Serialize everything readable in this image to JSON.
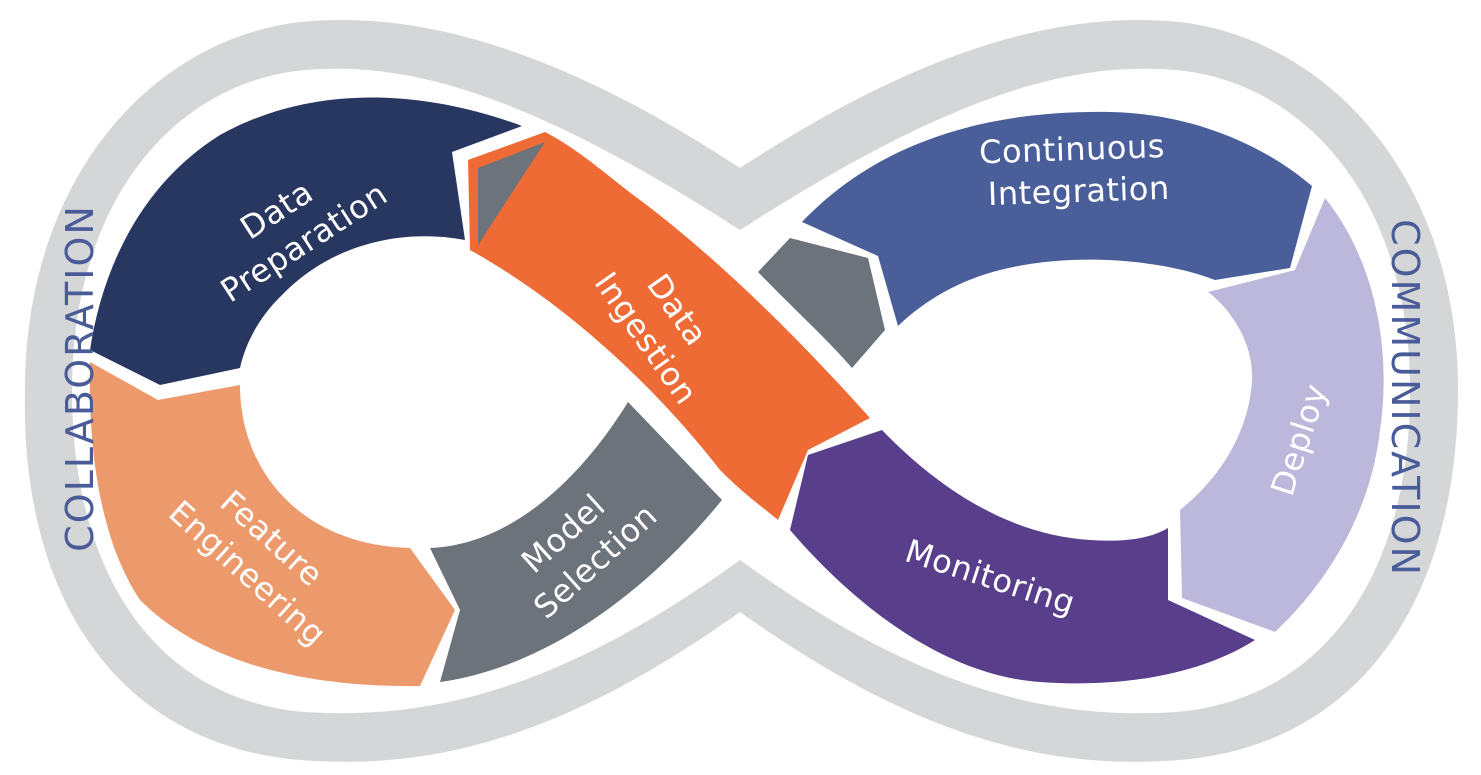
{
  "colors": {
    "ring": "#d5d6d8",
    "white": "#ffffff",
    "side_text": "#4a5c98",
    "data_preparation": "#283760",
    "feature_engineering": "#ec996b",
    "model_selection": "#6c737b",
    "data_ingestion": "#ef6b35",
    "small_gray": "#6c737b",
    "continuous_integration": "#4a5f9a",
    "deploy": "#bcb8dc",
    "monitoring": "#583e8b"
  },
  "side_labels": {
    "left": "COLLABORATION",
    "right": "COMMUNICATION"
  },
  "segments": {
    "data_preparation": [
      "Data",
      "Preparation"
    ],
    "feature_engineering": [
      "Feature",
      "Engineering"
    ],
    "model_selection": [
      "Model",
      "Selection"
    ],
    "data_ingestion": [
      "Data",
      "Ingestion"
    ],
    "continuous_integration": [
      "Continuous",
      "Integration"
    ],
    "deploy": [
      "Deploy"
    ],
    "monitoring": [
      "Monitoring"
    ]
  }
}
